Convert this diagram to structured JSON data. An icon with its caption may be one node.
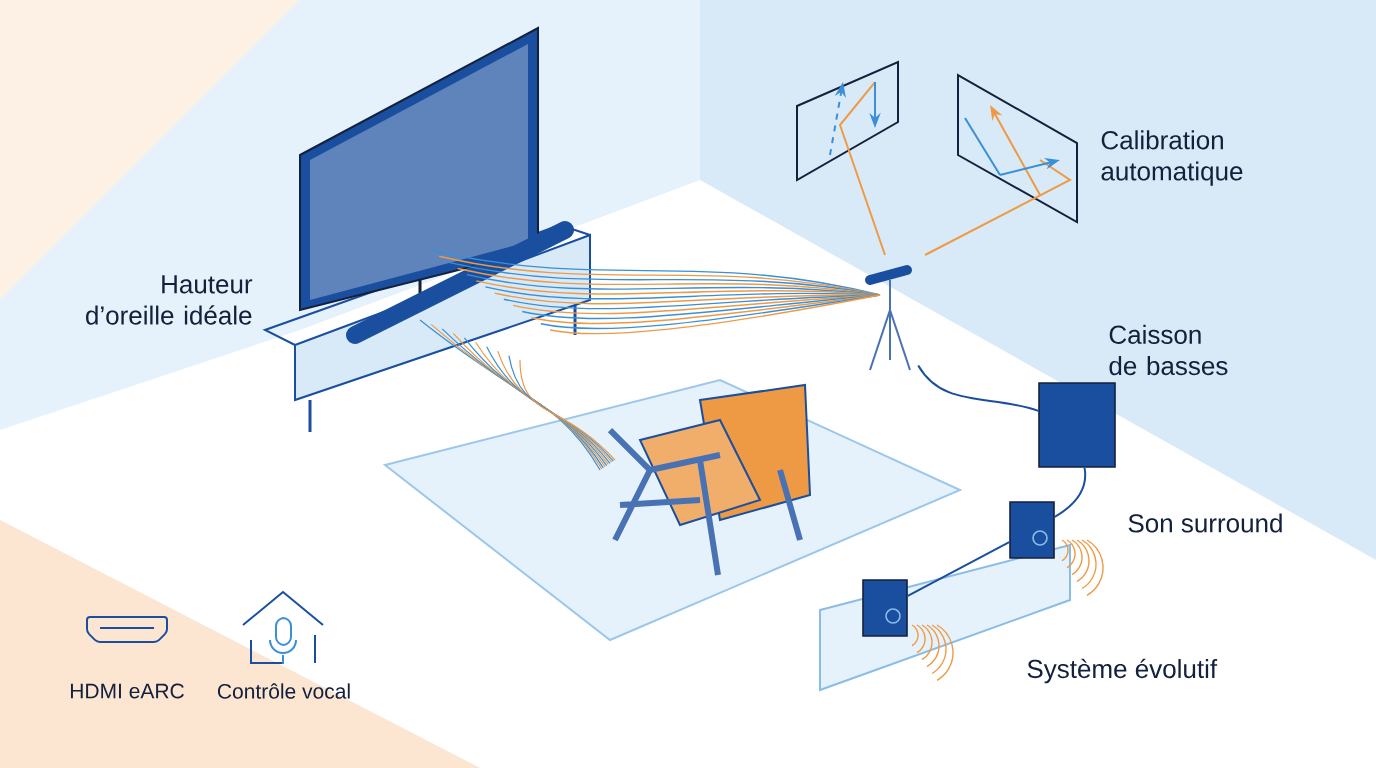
{
  "diagram": {
    "nodes": [
      {
        "text": [],
        "shape": "picture"
      },
      {
        "text": [],
        "shape": "box"
      },
      {
        "text": [],
        "shape": "box"
      },
      {
        "text": [],
        "shape": "box"
      }
    ],
    "edges": [
      {
        "from": 0,
        "to": 1,
        "arrow": "none"
      },
      {
        "from": 1,
        "to": 2,
        "arrow": "none"
      },
      {
        "from": 2,
        "to": 3,
        "arrow": "none"
      }
    ],
    "labels": [
      "Calibration automatique",
      "Hauteur d’oreille idéale",
      "Caisson de basses",
      "Son surround",
      "Système évolutif",
      "HDMI eARC",
      "Contrôle vocal"
    ]
  }
}
